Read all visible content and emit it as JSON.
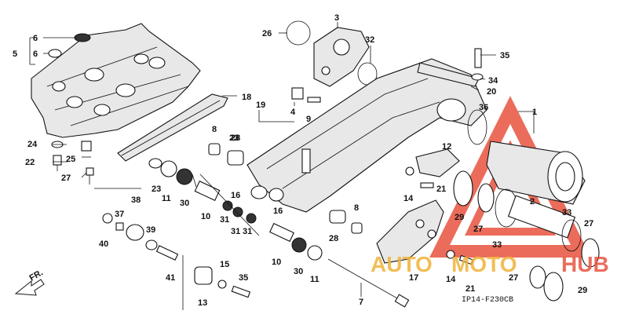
{
  "diagram": {
    "code": "IP14-F230CB",
    "direction_label": "FR.",
    "labels": {
      "p1": "1",
      "p2": "2",
      "p3": "3",
      "p4": "4",
      "p5": "5",
      "p6a": "6",
      "p6b": "6",
      "p7": "7",
      "p8a": "8",
      "p8b": "8",
      "p9": "9",
      "p10a": "10",
      "p10b": "10",
      "p11a": "11",
      "p11b": "11",
      "p12": "12",
      "p13": "13",
      "p14a": "14",
      "p14b": "14",
      "p15": "15",
      "p16a": "16",
      "p16b": "16",
      "p17": "17",
      "p18": "18",
      "p19": "19",
      "p20": "20",
      "p21a": "21",
      "p21b": "21",
      "p22": "22",
      "p23a": "23",
      "p23b": "23",
      "p24": "24",
      "p25": "25",
      "p26": "26",
      "p27a": "27",
      "p27b": "27",
      "p27c": "27",
      "p27d": "27",
      "p28a": "28",
      "p28b": "28",
      "p29a": "29",
      "p29b": "29",
      "p30a": "30",
      "p30b": "30",
      "p31a": "31",
      "p31b": "31",
      "p31c": "31",
      "p32": "32",
      "p33a": "33",
      "p33b": "33",
      "p34": "34",
      "p35a": "35",
      "p35b": "35",
      "p36": "36",
      "p37": "37",
      "p38": "38",
      "p39": "39",
      "p40": "40",
      "p41": "41"
    },
    "watermark": {
      "text_a": "AUTO",
      "text_b": "MOTO",
      "text_c": "HUB",
      "color_primary": "#e8533f",
      "color_secondary": "#f0b23a"
    }
  }
}
